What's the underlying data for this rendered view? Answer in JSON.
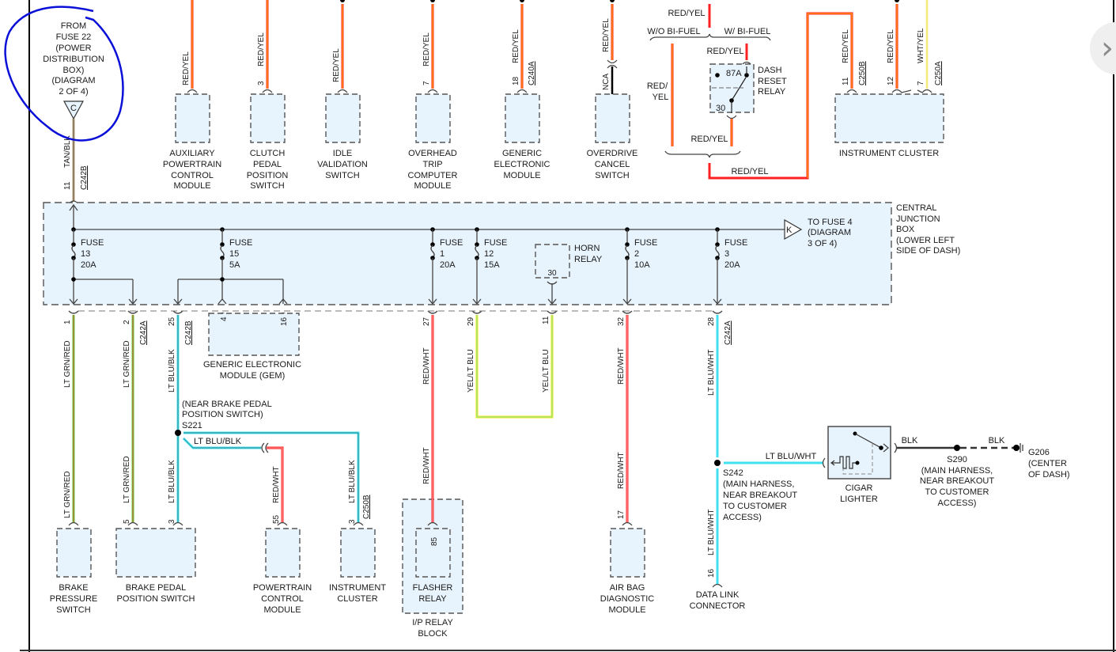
{
  "source": {
    "lines": [
      "FROM",
      "FUSE 22",
      "(POWER",
      "DISTRIBUTION",
      "BOX)",
      "(DIAGRAM",
      "2 OF 4)"
    ],
    "connector_symbol": "C",
    "wire_color": "TAN/BLK",
    "pin": "11",
    "connector": "C242B"
  },
  "top_modules": [
    {
      "name": [
        "AUXILIARY",
        "POWERTRAIN",
        "CONTROL",
        "MODULE"
      ],
      "wire": "RED/YEL",
      "pin": "",
      "connector": ""
    },
    {
      "name": [
        "CLUTCH",
        "PEDAL",
        "POSITION",
        "SWITCH"
      ],
      "wire": "RED/YEL",
      "pin": "3",
      "connector": ""
    },
    {
      "name": [
        "IDLE",
        "VALIDATION",
        "SWITCH"
      ],
      "wire": "RED/YEL",
      "pin": "",
      "connector": ""
    },
    {
      "name": [
        "OVERHEAD",
        "TRIP",
        "COMPUTER",
        "MODULE"
      ],
      "wire": "RED/YEL",
      "pin": "7",
      "connector": ""
    },
    {
      "name": [
        "GENERIC",
        "ELECTRONIC",
        "MODULE"
      ],
      "wire": "RED/YEL",
      "pin": "18",
      "connector": "C240A"
    },
    {
      "name": [
        "OVERDRIVE",
        "CANCEL",
        "SWITCH"
      ],
      "wire": "RED/YEL",
      "pin": "NCA",
      "connector": ""
    }
  ],
  "bifuel": {
    "top_wire": "RED/YEL",
    "without_label": "W/O BI-FUEL",
    "with_label": "W/ BI-FUEL",
    "left_wire": [
      "RED/",
      "YEL"
    ],
    "relay_in_wire": "RED/YEL",
    "relay_out_wire": "RED/YEL",
    "bottom_wire": "RED/YEL",
    "relay_name": [
      "DASH",
      "RESET",
      "RELAY"
    ],
    "relay_pins": [
      "87A",
      "30"
    ]
  },
  "instrument_cluster_top": {
    "name": "INSTRUMENT CLUSTER",
    "wires": [
      {
        "pin": "11",
        "color": "RED/YEL",
        "connector": "C250B"
      },
      {
        "pin": "12",
        "color": "RED/YEL",
        "connector": ""
      },
      {
        "pin": "7",
        "color": "WHT/YEL",
        "connector": "C250A"
      }
    ]
  },
  "central_junction_box": {
    "name": [
      "CENTRAL",
      "JUNCTION",
      "BOX",
      "(LOWER LEFT",
      "SIDE OF DASH)"
    ],
    "to_fuse": [
      "TO FUSE 4",
      "(DIAGRAM",
      "3 OF 4)"
    ],
    "to_fuse_symbol": "K",
    "fuses": [
      {
        "label": "FUSE",
        "number": "13",
        "rating": "20A"
      },
      {
        "label": "FUSE",
        "number": "15",
        "rating": "5A"
      },
      {
        "label": "FUSE",
        "number": "1",
        "rating": "20A"
      },
      {
        "label": "FUSE",
        "number": "12",
        "rating": "15A"
      },
      {
        "label": "FUSE",
        "number": "2",
        "rating": "10A"
      },
      {
        "label": "FUSE",
        "number": "3",
        "rating": "20A"
      }
    ],
    "horn_relay": {
      "name": [
        "HORN",
        "RELAY"
      ],
      "pin": "30"
    }
  },
  "gem": {
    "name": [
      "GENERIC ELECTRONIC",
      "MODULE (GEM)"
    ],
    "pins": [
      "4",
      "16"
    ]
  },
  "bottom_circuits": {
    "c1": {
      "pin_top": "1",
      "wire": "LT GRN/RED",
      "wire2": "LT GRN/RED"
    },
    "c2": {
      "pin_top": "2",
      "connector": "C242A",
      "wire": "LT GRN/RED",
      "wire2": "LT GRN/RED",
      "pin_bottom": "5"
    },
    "c25": {
      "pin_top": "25",
      "connector": "C242B",
      "wire": "LT BLU/BLK",
      "wire2": "LT BLU/BLK",
      "pin_bottom": "3"
    },
    "splice_s221": {
      "name": "S221",
      "note": [
        "(NEAR BRAKE PEDAL",
        "POSITION SWITCH)"
      ],
      "branch_wire": "LT BLU/BLK"
    },
    "pcm": {
      "wire": "RED/WHT",
      "pin": "55"
    },
    "ic": {
      "wire": "LT BLU/BLK",
      "pin": "3",
      "connector": "C250B"
    },
    "c27": {
      "pin_top": "27",
      "wire": "RED/WHT",
      "wire2": "RED/WHT",
      "pin_bottom": "85"
    },
    "c29": {
      "pin_top": "29",
      "wire": "YEL/LT BLU"
    },
    "c11": {
      "pin_top": "11",
      "wire": "YEL/LT BLU"
    },
    "c32": {
      "pin_top": "32",
      "wire": "RED/WHT",
      "wire2": "RED/WHT",
      "pin_bottom": "17"
    },
    "c28": {
      "pin_top": "28",
      "connector": "C242A",
      "wire": "LT BLU/WHT",
      "wire2": "LT BLU/WHT",
      "pin_bottom": "16"
    },
    "splice_s242": {
      "name": "S242",
      "note": [
        "(MAIN HARNESS,",
        "NEAR BREAKOUT",
        "TO CUSTOMER",
        "ACCESS)"
      ],
      "branch_wire": "LT BLU/WHT"
    },
    "cigar": {
      "name": [
        "CIGAR",
        "LIGHTER"
      ],
      "out_wire": "BLK"
    },
    "splice_s290": {
      "name": "S290",
      "note": [
        "(MAIN HARNESS,",
        "NEAR BREAKOUT",
        "TO CUSTOMER",
        "ACCESS)"
      ],
      "wire": "BLK"
    },
    "ground": {
      "name": "G206",
      "note": [
        "(CENTER",
        "OF DASH)"
      ]
    }
  },
  "bottom_modules": {
    "brake_pressure": [
      "BRAKE",
      "PRESSURE",
      "SWITCH"
    ],
    "brake_pedal": [
      "BRAKE PEDAL",
      "POSITION SWITCH"
    ],
    "pcm": [
      "POWERTRAIN",
      "CONTROL",
      "MODULE"
    ],
    "ic": [
      "INSTRUMENT",
      "CLUSTER"
    ],
    "flasher": [
      "FLASHER",
      "RELAY"
    ],
    "ip_block": [
      "I/P RELAY",
      "BLOCK"
    ],
    "airbag": [
      "AIR BAG",
      "DIAGNOSTIC",
      "MODULE"
    ],
    "dlc": [
      "DATA LINK",
      "CONNECTOR"
    ]
  },
  "wire_colors": {
    "red": "#ff2020",
    "yellow": "#ffe800",
    "tan": "#b8a07a",
    "green": "#60d040",
    "ltblue": "#40e0f0",
    "white": "#ffffff",
    "black": "#000000",
    "annotation": "#0a10d8"
  },
  "nav": {
    "next_icon": "›"
  }
}
